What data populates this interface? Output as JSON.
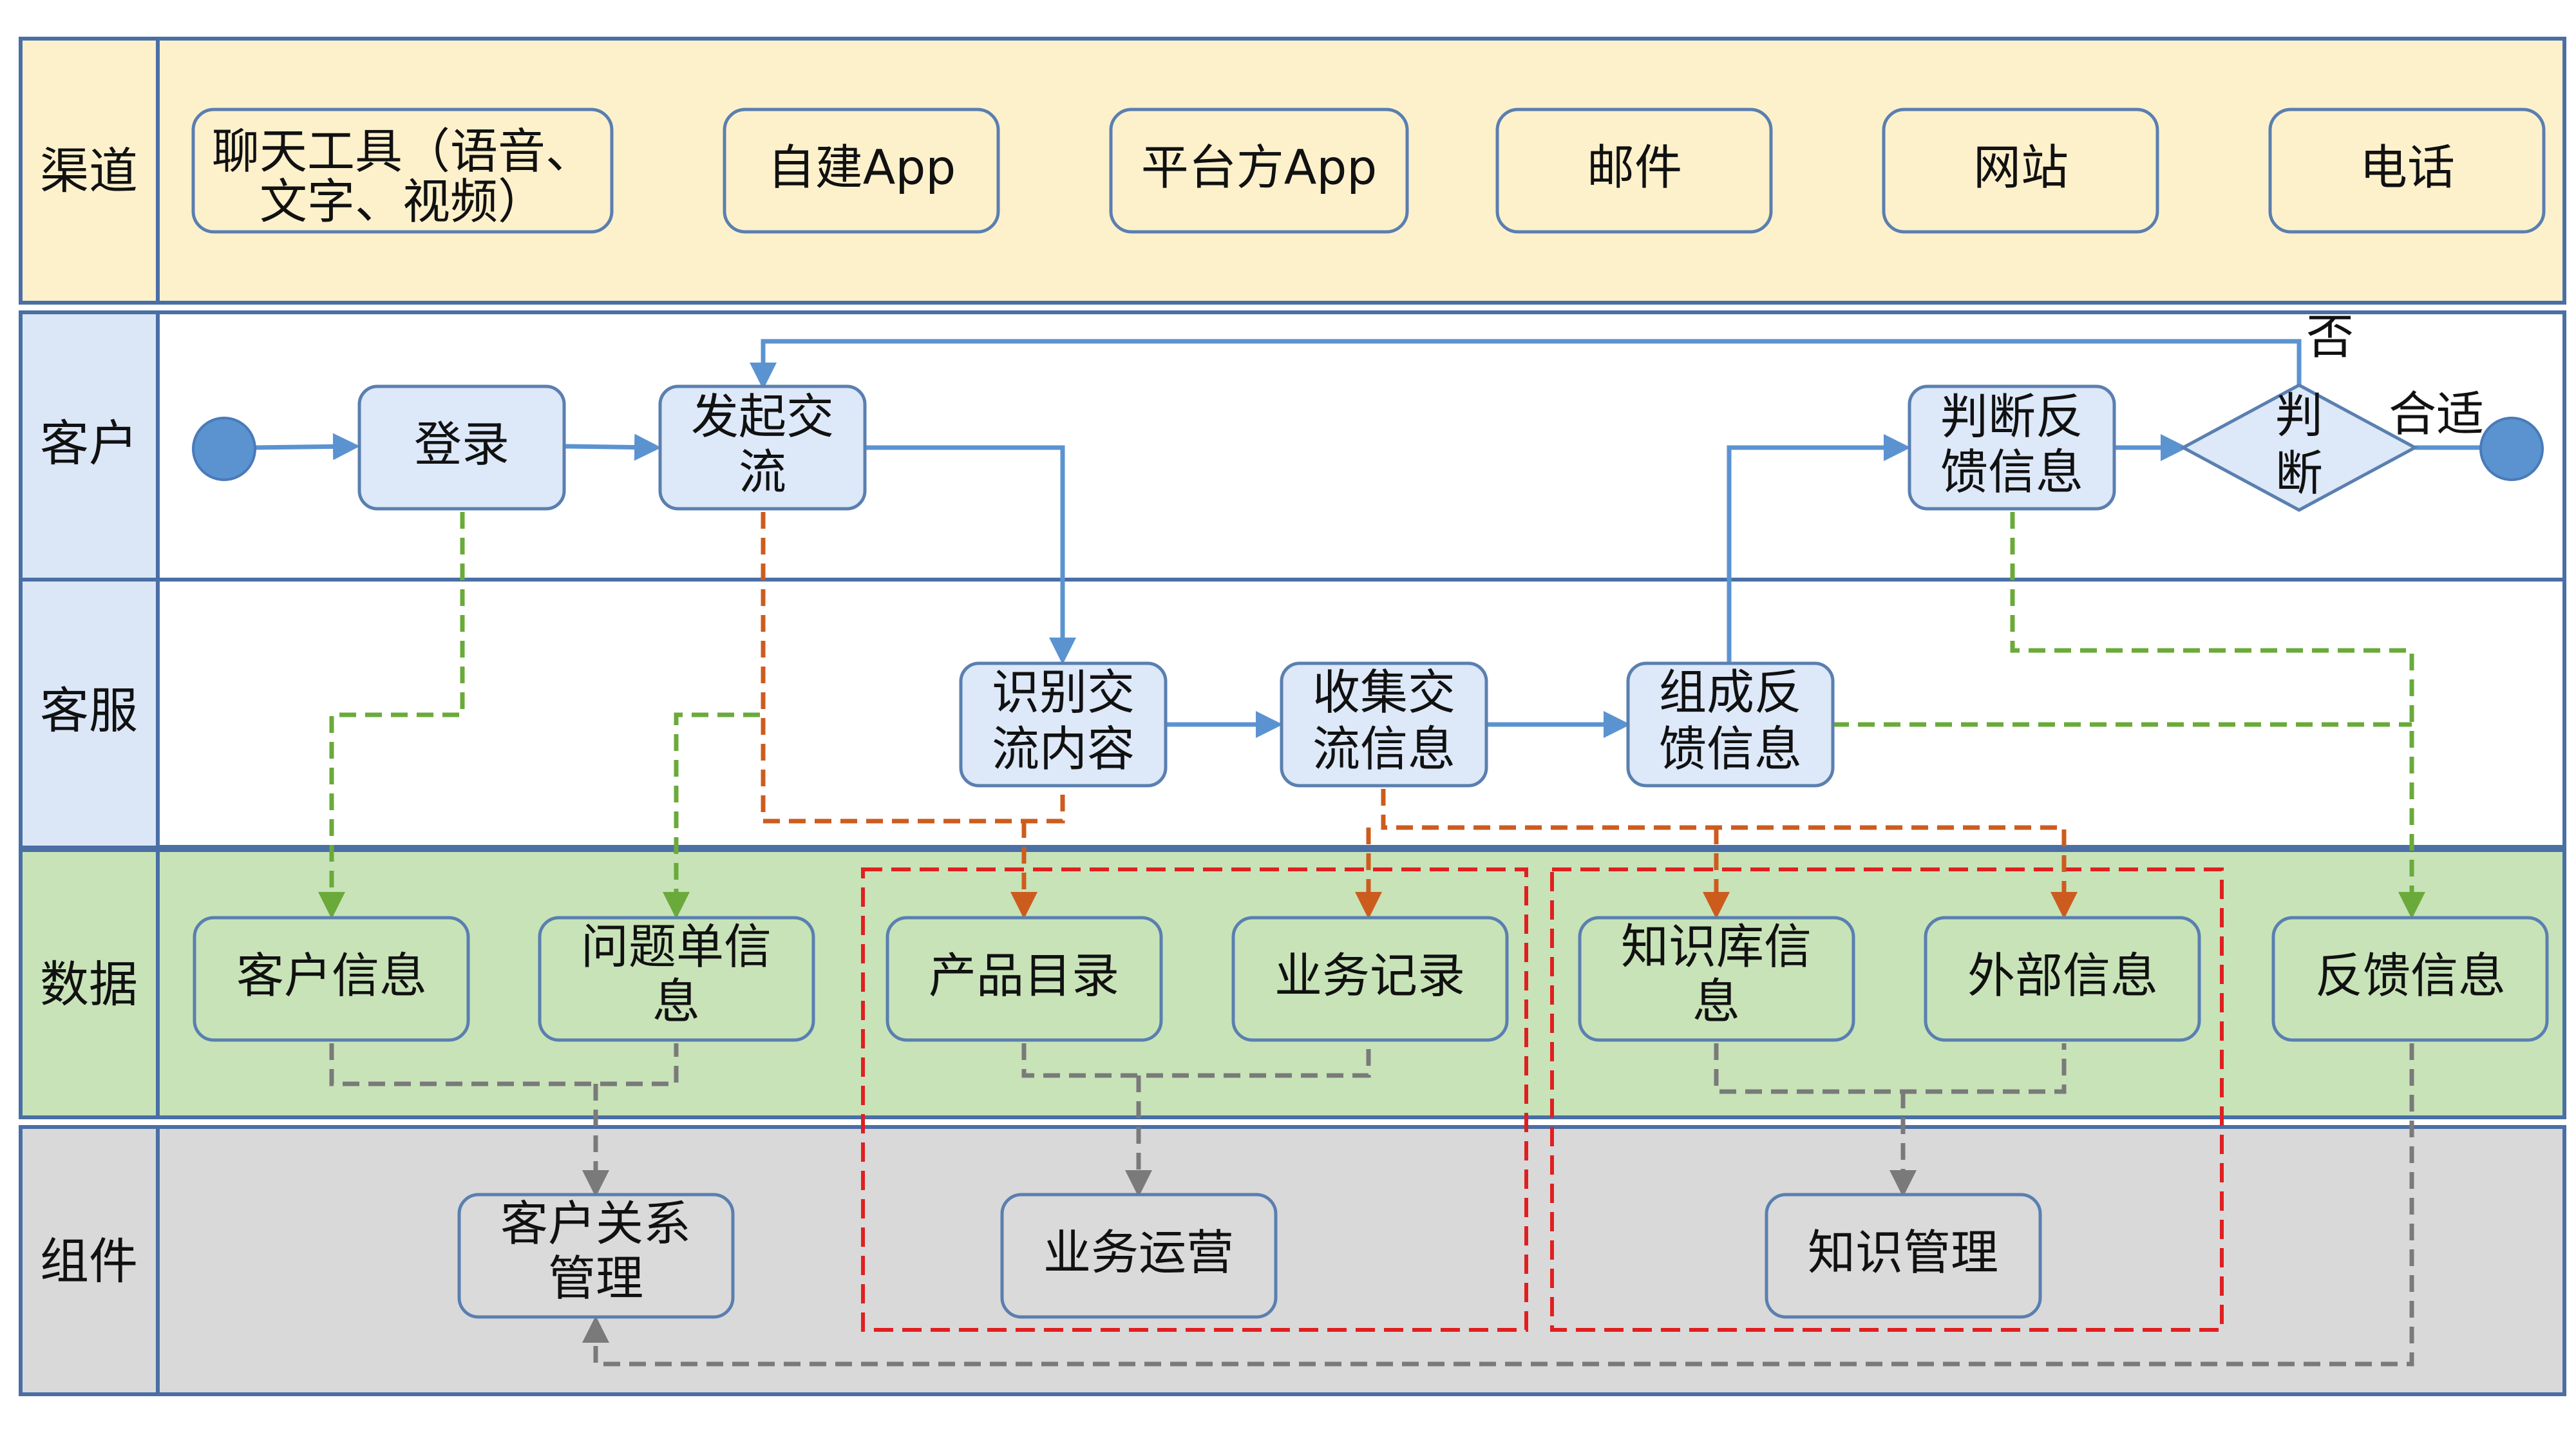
{
  "lanes": {
    "channel": "渠道",
    "customer": "客户",
    "service": "客服",
    "data": "数据",
    "component": "组件"
  },
  "channels": {
    "chat_line1": "聊天工具（语音、",
    "chat_line2": "文字、视频）",
    "own_app": "自建App",
    "platform_app": "平台方App",
    "email": "邮件",
    "website": "网站",
    "phone": "电话"
  },
  "customer_nodes": {
    "login": "登录",
    "start_line1": "发起交",
    "start_line2": "流",
    "judge_fb_line1": "判断反",
    "judge_fb_line2": "馈信息",
    "decision_line1": "判",
    "decision_line2": "断",
    "label_no": "否",
    "label_ok": "合适"
  },
  "service_nodes": {
    "identify_line1": "识别交",
    "identify_line2": "流内容",
    "collect_line1": "收集交",
    "collect_line2": "流信息",
    "compose_line1": "组成反",
    "compose_line2": "馈信息"
  },
  "data_nodes": {
    "customer_info": "客户信息",
    "ticket_line1": "问题单信",
    "ticket_line2": "息",
    "catalog": "产品目录",
    "biz_record": "业务记录",
    "kb_line1": "知识库信",
    "kb_line2": "息",
    "external": "外部信息",
    "feedback": "反馈信息"
  },
  "component_nodes": {
    "crm_line1": "客户关系",
    "crm_line2": "管理",
    "biz_ops": "业务运营",
    "knowledge": "知识管理"
  },
  "colors": {
    "channel_lane": "#fdf1cc",
    "customer_lane": "#ffffff",
    "data_lane": "#c8e3b8",
    "component_lane": "#d9d9d9",
    "lane_label_bg": "#dbe7f7",
    "flow_blue": "#5b93d1",
    "flow_orange": "#cc5c1e",
    "flow_green": "#6aaa3a",
    "flow_gray": "#7a7a7a",
    "group_red": "#e02020"
  }
}
